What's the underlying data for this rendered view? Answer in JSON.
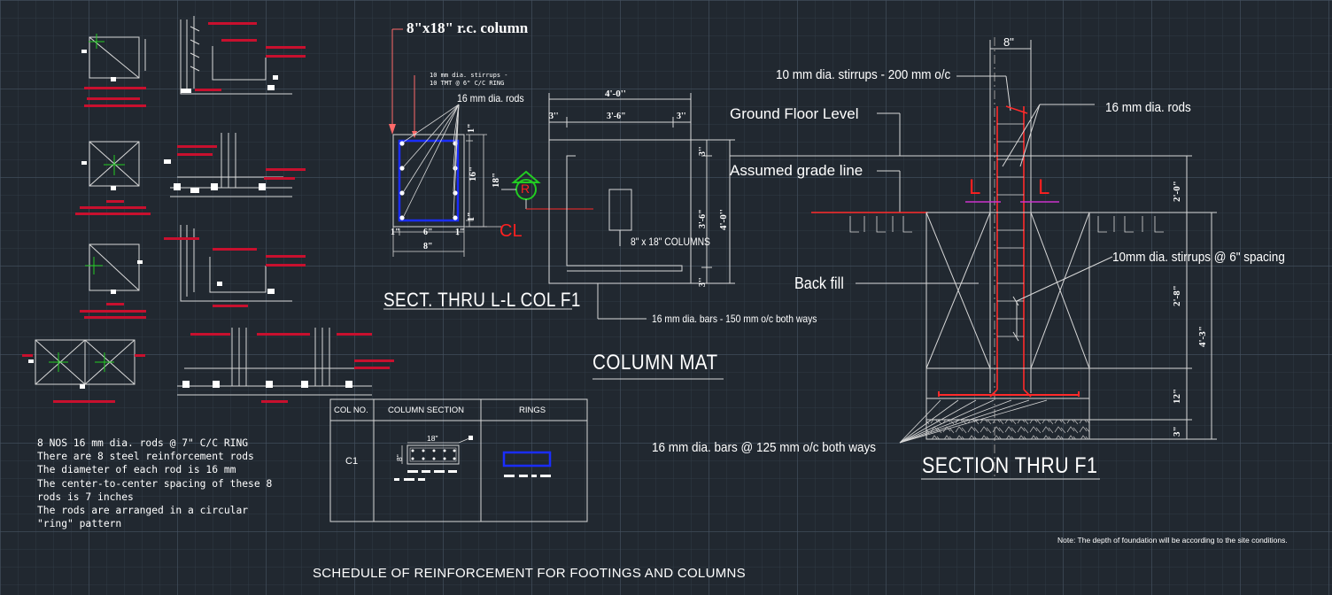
{
  "colors": {
    "background": "#212830",
    "line": "#d8d8d8",
    "rebar": "#ff2a2a",
    "hatch_red": "#c8102e",
    "stirrup_blue": "#1a2dff",
    "marker_green": "#22cc22",
    "level_magenta": "#cc33cc"
  },
  "icons": [
    "section-marker-r-icon",
    "centerline-cl-icon",
    "level-marker-l-icon"
  ],
  "column_section": {
    "title": "8\"x18\" r.c. column",
    "stirrup_note_line1": "10 mm dia. stirrups -",
    "stirrup_note_line2": "10 TMT @ 6\" C/C RING",
    "rods_label": "16 mm dia. rods",
    "dim_1_top": "1\"",
    "dim_16": "16\"",
    "dim_18": "18\"",
    "dim_1_bottom": "1\"",
    "dim_1_left": "1\"",
    "dim_6": "6\"",
    "dim_1_right": "1\"",
    "dim_8": "8\"",
    "cl_label": "CL",
    "caption": "SECT. THRU  L-L COL F1"
  },
  "marker": {
    "letter": "R"
  },
  "column_mat": {
    "dim_total": "4'-0''",
    "dim_left": "3''",
    "dim_mid": "3'-6\"",
    "dim_right": "3''",
    "dim_v_top": "3''",
    "dim_v_mid": "3'-6\"",
    "dim_v_total": "4'-0''",
    "dim_v_bottom": "3''",
    "columns_label": "8\" x 18\" COLUMNS",
    "bars_label": "16 mm dia. bars - 150 mm o/c both ways",
    "caption": "COLUMN MAT"
  },
  "section_f1": {
    "dim_top": "8\"",
    "stirrups_top": "10 mm dia. stirrups - 200 mm o/c",
    "rods_label": "16 mm dia. rods",
    "ground_floor": "Ground Floor Level",
    "grade_line": "Assumed grade line",
    "l_left": "L",
    "l_right": "L",
    "stirrups_spacing": "10mm dia. stirrups @ 6\" spacing",
    "back_fill": "Back fill",
    "bars_label": "16 mm dia. bars @ 125 mm o/c both ways",
    "dim_2_0": "2'-0\"",
    "dim_2_8": "2'-8\"",
    "dim_4_3": "4'-3\"",
    "dim_12": "12\"",
    "dim_3": "3\"",
    "caption": "SECTION THRU  F1"
  },
  "schedule_table": {
    "headers": [
      "COL NO.",
      "COLUMN SECTION",
      "RINGS"
    ],
    "row_col_no": "C1",
    "dim_18": "18\"",
    "dim_8": "8\""
  },
  "notes": [
    "8 NOS 16 mm dia. rods @ 7\" C/C RING",
    "There are 8 steel reinforcement rods",
    "The diameter of each rod is 16 mm",
    "The center-to-center spacing of these 8",
    "rods is 7 inches",
    "The rods are arranged in a circular",
    "\"ring\" pattern"
  ],
  "footer": {
    "depth_note": "Note: The depth of foundation will be according to the site conditions.",
    "schedule_title": "SCHEDULE OF REINFORCEMENT FOR FOOTINGS AND COLUMNS"
  }
}
